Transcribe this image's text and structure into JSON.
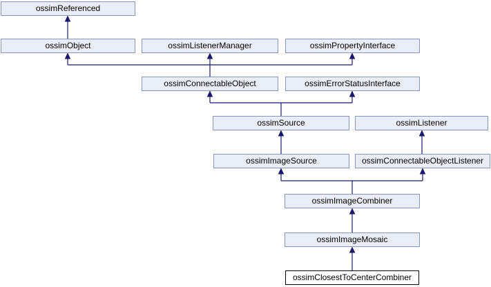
{
  "diagram": {
    "title": "Inheritance graph for ossimClosestToCenterCombiner",
    "type": "class-inheritance-graph",
    "colors": {
      "background": "#ffffff",
      "node_fill": "#e9edf6",
      "node_border": "#8494c4",
      "current_node_fill": "#ffffff",
      "current_node_border": "#000000",
      "edge": "#191970",
      "text": "#000000"
    },
    "nodes": [
      {
        "label": "ossimReferenced"
      },
      {
        "label": "ossimObject"
      },
      {
        "label": "ossimListenerManager"
      },
      {
        "label": "ossimPropertyInterface"
      },
      {
        "label": "ossimConnectableObject"
      },
      {
        "label": "ossimErrorStatusInterface"
      },
      {
        "label": "ossimSource"
      },
      {
        "label": "ossimListener"
      },
      {
        "label": "ossimImageSource"
      },
      {
        "label": "ossimConnectableObjectListener"
      },
      {
        "label": "ossimImageCombiner"
      },
      {
        "label": "ossimImageMosaic"
      },
      {
        "label": "ossimClosestToCenterCombiner"
      }
    ],
    "edges": [
      {
        "from": "ossimObject",
        "to": "ossimReferenced"
      },
      {
        "from": "ossimConnectableObject",
        "to": "ossimObject"
      },
      {
        "from": "ossimConnectableObject",
        "to": "ossimListenerManager"
      },
      {
        "from": "ossimConnectableObject",
        "to": "ossimPropertyInterface"
      },
      {
        "from": "ossimSource",
        "to": "ossimConnectableObject"
      },
      {
        "from": "ossimSource",
        "to": "ossimErrorStatusInterface"
      },
      {
        "from": "ossimImageSource",
        "to": "ossimSource"
      },
      {
        "from": "ossimConnectableObjectListener",
        "to": "ossimListener"
      },
      {
        "from": "ossimImageCombiner",
        "to": "ossimImageSource"
      },
      {
        "from": "ossimImageCombiner",
        "to": "ossimConnectableObjectListener"
      },
      {
        "from": "ossimImageMosaic",
        "to": "ossimImageCombiner"
      },
      {
        "from": "ossimClosestToCenterCombiner",
        "to": "ossimImageMosaic"
      }
    ]
  }
}
